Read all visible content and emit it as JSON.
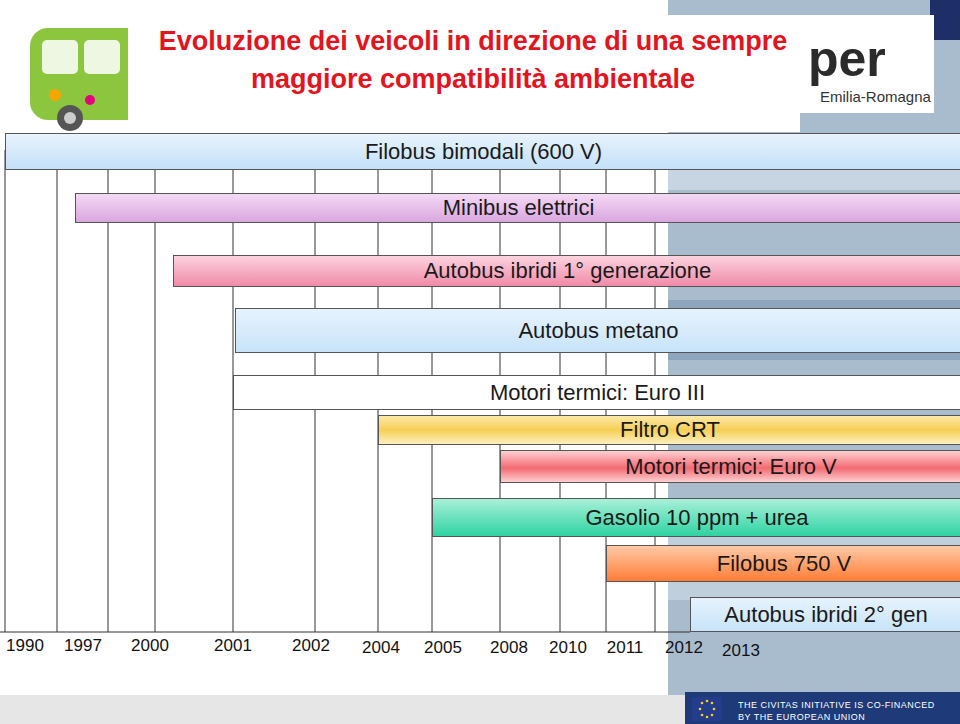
{
  "diagram": {
    "title": "Evoluzione dei veicoli in direzione di una sempre maggiore compatibilità ambientale",
    "nodes": [
      {
        "text": [
          "Filobus bimodali (600 V)"
        ]
      },
      {
        "text": [
          "Minibus elettrici"
        ]
      },
      {
        "text": [
          "Autobus ibridi 1° generazione"
        ]
      },
      {
        "text": [
          "Autobus metano"
        ]
      },
      {
        "text": [
          "Motori termici: Euro III"
        ]
      },
      {
        "text": [
          "Filtro CRT"
        ]
      },
      {
        "text": [
          "Motori termici: Euro V"
        ]
      },
      {
        "text": [
          "Gasolio 10 ppm + urea"
        ]
      },
      {
        "text": [
          "Filobus 750 V"
        ]
      },
      {
        "text": [
          "Autobus ibridi 2° gen"
        ]
      }
    ],
    "labels": [
      "per",
      "Emilia-Romagna",
      "1990",
      "1997",
      "2000",
      "2001",
      "2002",
      "2004",
      "2005",
      "2008",
      "2010",
      "2011",
      "2012",
      "2013",
      "THE CIVITAS INITIATIVE IS CO-FINANCED BY THE EUROPEAN UNION"
    ]
  }
}
